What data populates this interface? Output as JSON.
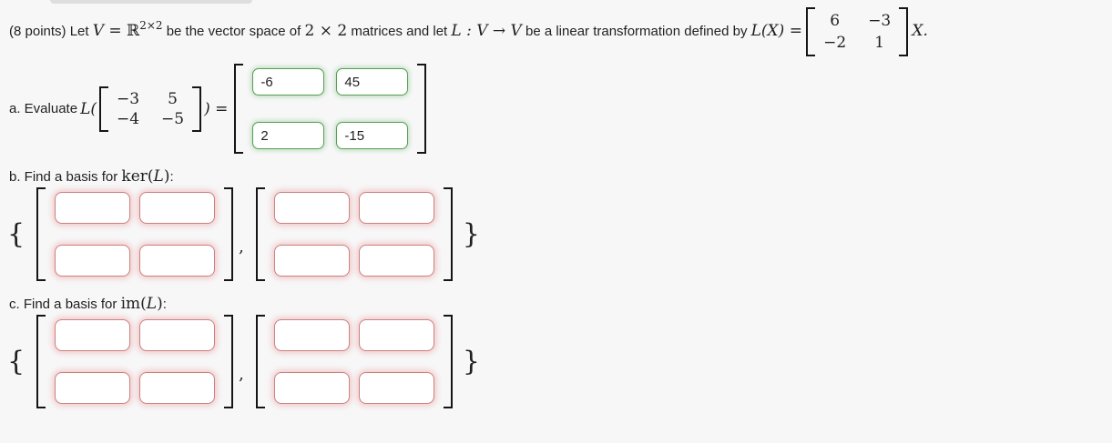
{
  "colors": {
    "page_bg": "#f7f7f8",
    "text": "#1f1f1f",
    "bracket": "#151515",
    "correct_border": "#55a055",
    "correct_glow": "#b5d9b5",
    "incorrect_border": "#cc8181",
    "incorrect_glow": "#f1c6c6"
  },
  "problem": {
    "intro_1": "(8 points) Let ",
    "var_V": "V",
    "equals_1": " = ",
    "reals": "ℝ",
    "reals_sup": "2×2",
    "intro_2": " be the vector space of ",
    "dims": "2 × 2",
    "intro_3": " matrices and let ",
    "map_def": "L : V → V",
    "intro_4": " be a linear transformation defined by ",
    "func_def": "L(X) =",
    "matrix": {
      "r1c1": "6",
      "r1c2": "−3",
      "r2c1": "−2",
      "r2c2": "1"
    },
    "suffix": "X."
  },
  "part_a": {
    "label": "a. Evaluate ",
    "func_open": "L(",
    "arg_matrix": {
      "r1c1": "−3",
      "r1c2": "5",
      "r2c1": "−4",
      "r2c2": "−5"
    },
    "func_close": ") =",
    "status": "correct",
    "answers": {
      "r1c1": {
        "value": "-6"
      },
      "r1c2": {
        "value": "45"
      },
      "r2c1": {
        "value": "2"
      },
      "r2c2": {
        "value": "-15"
      }
    }
  },
  "part_b": {
    "label": "b. Find a basis for ",
    "math_fn": "ker",
    "math_open": "(",
    "math_var": "L",
    "math_close": ")",
    "colon": ":",
    "status": "incorrect",
    "set_open": "{",
    "separator": ",",
    "set_close": "}",
    "matrix_1": {
      "r1c1": "",
      "r1c2": "",
      "r2c1": "",
      "r2c2": ""
    },
    "matrix_2": {
      "r1c1": "",
      "r1c2": "",
      "r2c1": "",
      "r2c2": ""
    }
  },
  "part_c": {
    "label": "c. Find a basis for ",
    "math_fn": "im",
    "math_open": "(",
    "math_var": "L",
    "math_close": ")",
    "colon": ":",
    "status": "incorrect",
    "set_open": "{",
    "separator": ",",
    "set_close": "}",
    "matrix_1": {
      "r1c1": "",
      "r1c2": "",
      "r2c1": "",
      "r2c2": ""
    },
    "matrix_2": {
      "r1c1": "",
      "r1c2": "",
      "r2c1": "",
      "r2c2": ""
    }
  }
}
